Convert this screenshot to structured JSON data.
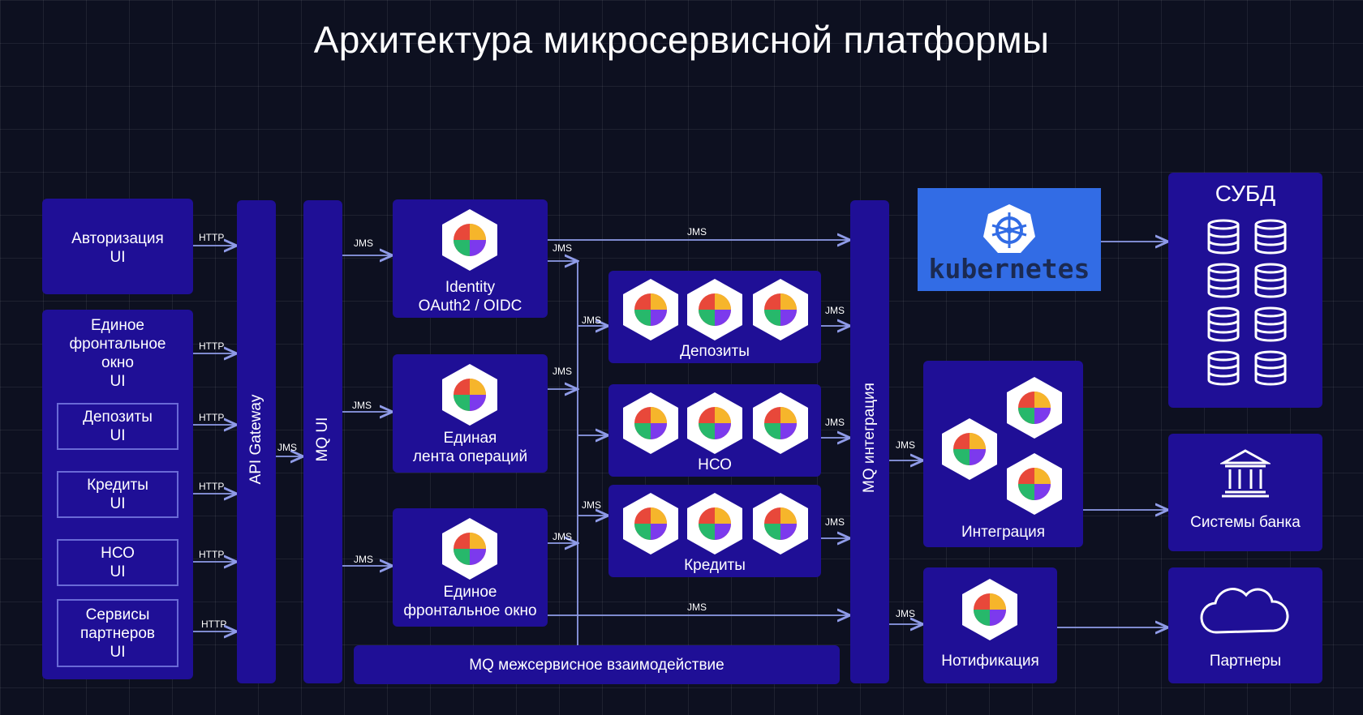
{
  "title": "Архитектура микросервисной платформы",
  "ui": {
    "auth": [
      "Авторизация",
      "UI"
    ],
    "front": [
      "Единое",
      "фронтальное",
      "окно",
      "UI"
    ],
    "deposits": [
      "Депозиты",
      "UI"
    ],
    "credits": [
      "Кредиты",
      "UI"
    ],
    "nso": [
      "НСО",
      "UI"
    ],
    "partners": [
      "Сервисы",
      "партнеров",
      "UI"
    ]
  },
  "api_gateway": "API Gateway",
  "mq_ui": "MQ UI",
  "services": {
    "identity": [
      "Identity",
      "OAuth2 / OIDC"
    ],
    "feed": [
      "Единая",
      "лента операций"
    ],
    "frontwin": [
      "Единое",
      "фронтальное окно"
    ]
  },
  "groups": {
    "deposits": "Депозиты",
    "nso": "НСО",
    "credits": "Кредиты"
  },
  "mq_bus": "MQ межсервисное взаимодействие",
  "mq_integration": "MQ интеграция",
  "kubernetes": "kubernetes",
  "integration": "Интеграция",
  "notification": "Нотификация",
  "dbms": "СУБД",
  "bank_systems": "Системы банка",
  "partners": "Партнеры",
  "protocols": {
    "http": "HTTP",
    "jms": "JMS"
  },
  "colors": {
    "box": "#1f0f96",
    "background": "#0d1020",
    "arrow": "#8f9be8",
    "kubernetes": "#326ce5"
  }
}
